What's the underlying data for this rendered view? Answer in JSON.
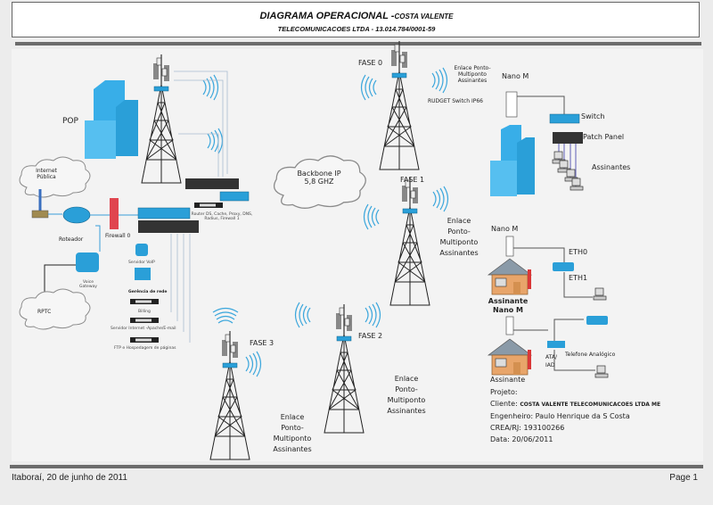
{
  "header": {
    "title_main": "DIAGRAMA OPERACIONAL -",
    "title_small": "COSTA VALENTE",
    "subtitle": "TELECOMUNICACOES LTDA - 13.014.784/0001-59"
  },
  "footer": {
    "location_date": "Itaboraí, 20 de junho de 2011",
    "page": "Page 1"
  },
  "nodes": {
    "pop": "POP",
    "internet": [
      "Internet",
      "Pública"
    ],
    "roteador": "Roteador",
    "firewall": "Firewall 0",
    "voice_gateway": [
      "Voice",
      "Gateway"
    ],
    "rptc": "RPTC",
    "router_services": [
      "Router DS, Cache, Proxy, DNS,",
      "Radius, Firewall 1"
    ],
    "servidor_voip": "Servidor VoIP",
    "gerencia": "Gerência de rede",
    "billing": "Billing",
    "servidor_internet": "Servidor Internet -Apache/E-mail",
    "ftp": "FTP e Hospedagem de páginas",
    "backbone": [
      "Backbone IP",
      "5,8 GHZ"
    ],
    "fase0": "FASE 0",
    "fase1": "FASE 1",
    "fase2": "FASE 2",
    "fase3": "FASE 3",
    "enlace0": [
      "Enlace Ponto-",
      "Multiponto",
      "Assinantes"
    ],
    "enlace": [
      "Enlace",
      "Ponto-",
      "Multiponto",
      "Assinantes"
    ],
    "rudget": "RUDGET Switch IP66",
    "nano_m": "Nano M",
    "switch": "Switch",
    "patch_panel": "Patch Panel",
    "assinantes": "Assinantes",
    "eth0": "ETH0",
    "eth1": "ETH1",
    "assinante_nano": [
      "Assinante",
      "Nano M"
    ],
    "ata": [
      "ATA/",
      "IAD"
    ],
    "telefone": "Telefone Analógico",
    "assinante": "Assinante"
  },
  "project": {
    "projeto_label": "Projeto:",
    "cliente_label": "Cliente:",
    "cliente_value": "COSTA VALENTE TELECOMUNICACOES LTDA ME",
    "engenheiro": "Engenheiro: Paulo Henrique da S Costa",
    "crea": "CREA/RJ: 193100266",
    "data": "Data: 20/06/2011"
  },
  "colors": {
    "device_blue": "#2a9fd8",
    "building_blue": "#38aee8",
    "firewall_red": "#e0454f",
    "bar_gray": "#6b6b6b",
    "house_orange": "#e8a56a"
  }
}
